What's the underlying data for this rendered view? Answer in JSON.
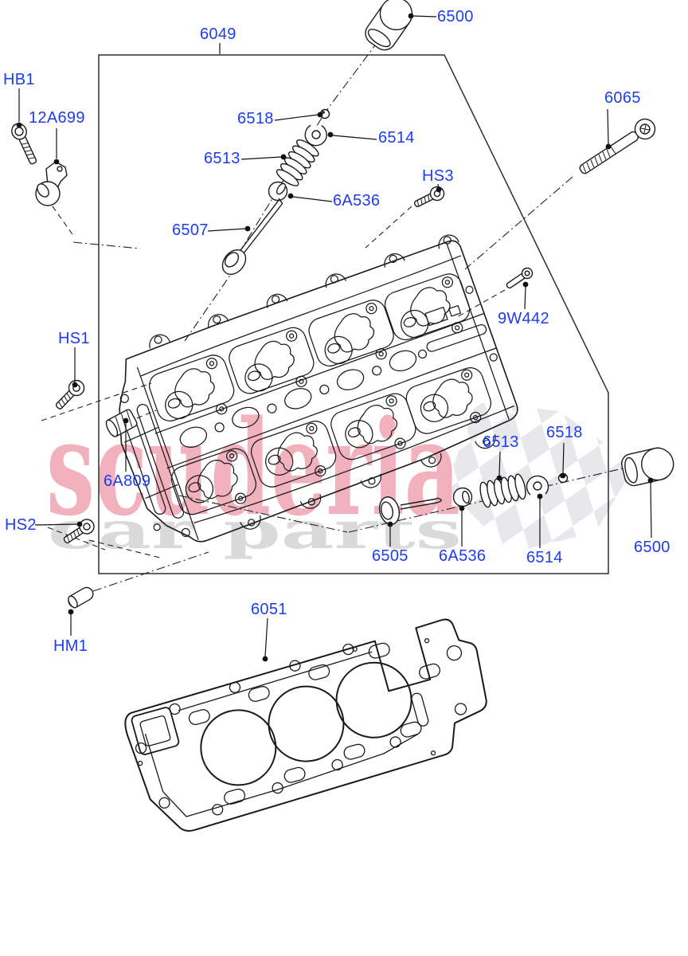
{
  "diagram": {
    "subject": "Cylinder Head exploded parts diagram",
    "watermark": {
      "word1": "scuderia",
      "word2": "car parts"
    },
    "style": {
      "label_color": "#1e3cf0",
      "line_color": "#1a1a1a",
      "watermark_pink": "#f1b2bd",
      "watermark_gray": "#dadada",
      "checker_gray": "#e6e6eb"
    },
    "labels": [
      {
        "id": "6049",
        "text": "6049"
      },
      {
        "id": "6500-top",
        "text": "6500"
      },
      {
        "id": "HB1",
        "text": "HB1"
      },
      {
        "id": "12A699",
        "text": "12A699"
      },
      {
        "id": "6518-top",
        "text": "6518"
      },
      {
        "id": "6514-top",
        "text": "6514"
      },
      {
        "id": "6513-top",
        "text": "6513"
      },
      {
        "id": "6A536-top",
        "text": "6A536"
      },
      {
        "id": "6507",
        "text": "6507"
      },
      {
        "id": "HS3",
        "text": "HS3"
      },
      {
        "id": "6065",
        "text": "6065"
      },
      {
        "id": "9W442",
        "text": "9W442"
      },
      {
        "id": "HS1",
        "text": "HS1"
      },
      {
        "id": "6A809",
        "text": "6A809"
      },
      {
        "id": "HS2",
        "text": "HS2"
      },
      {
        "id": "6513-bottom",
        "text": "6513"
      },
      {
        "id": "6518-bottom",
        "text": "6518"
      },
      {
        "id": "6505",
        "text": "6505"
      },
      {
        "id": "6A536-bottom",
        "text": "6A536"
      },
      {
        "id": "6514-bottom",
        "text": "6514"
      },
      {
        "id": "6500-bottom",
        "text": "6500"
      },
      {
        "id": "6051",
        "text": "6051"
      },
      {
        "id": "HM1",
        "text": "HM1"
      }
    ]
  }
}
